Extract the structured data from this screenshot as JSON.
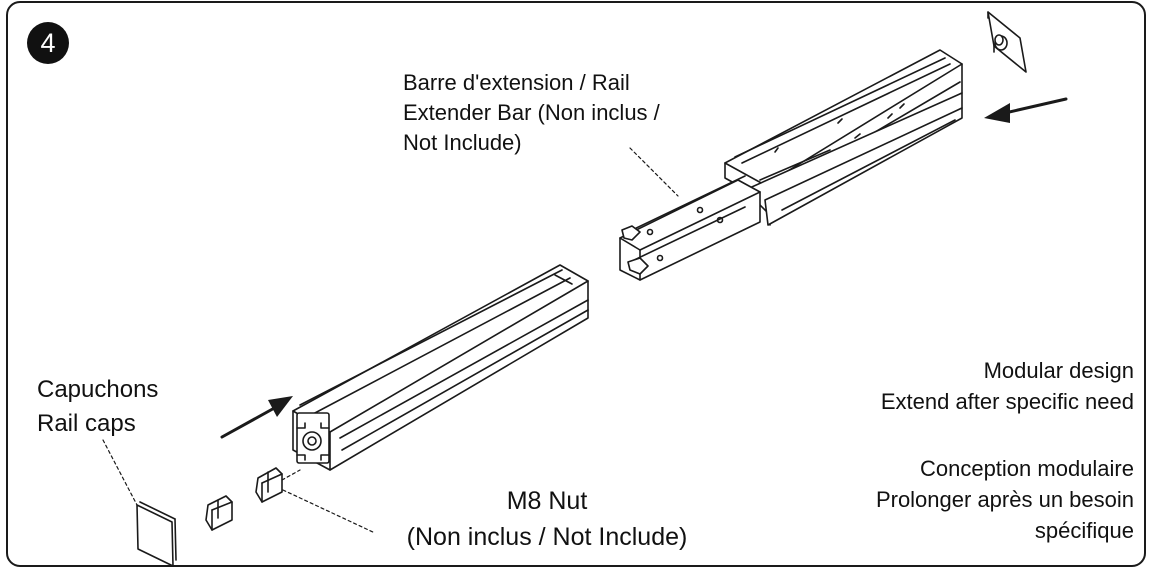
{
  "step": {
    "number": "4"
  },
  "labels": {
    "extender": [
      "Barre d'extension / Rail",
      "Extender Bar (Non inclus /",
      "Not Include)"
    ],
    "caps": [
      "Capuchons",
      "Rail caps"
    ],
    "nut": [
      "M8 Nut",
      "(Non inclus / Not Include)"
    ],
    "modular_en": [
      "Modular design",
      "Extend after specific need"
    ],
    "modular_fr": [
      "Conception modulaire",
      "Prolonger après un besoin",
      "spécifique"
    ]
  },
  "colors": {
    "line": "#1a1a1a",
    "fill": "#ffffff",
    "badge": "#111111"
  },
  "icons": {
    "arrow_right": "arrow-in-icon",
    "arrow_left": "arrow-in-icon"
  }
}
